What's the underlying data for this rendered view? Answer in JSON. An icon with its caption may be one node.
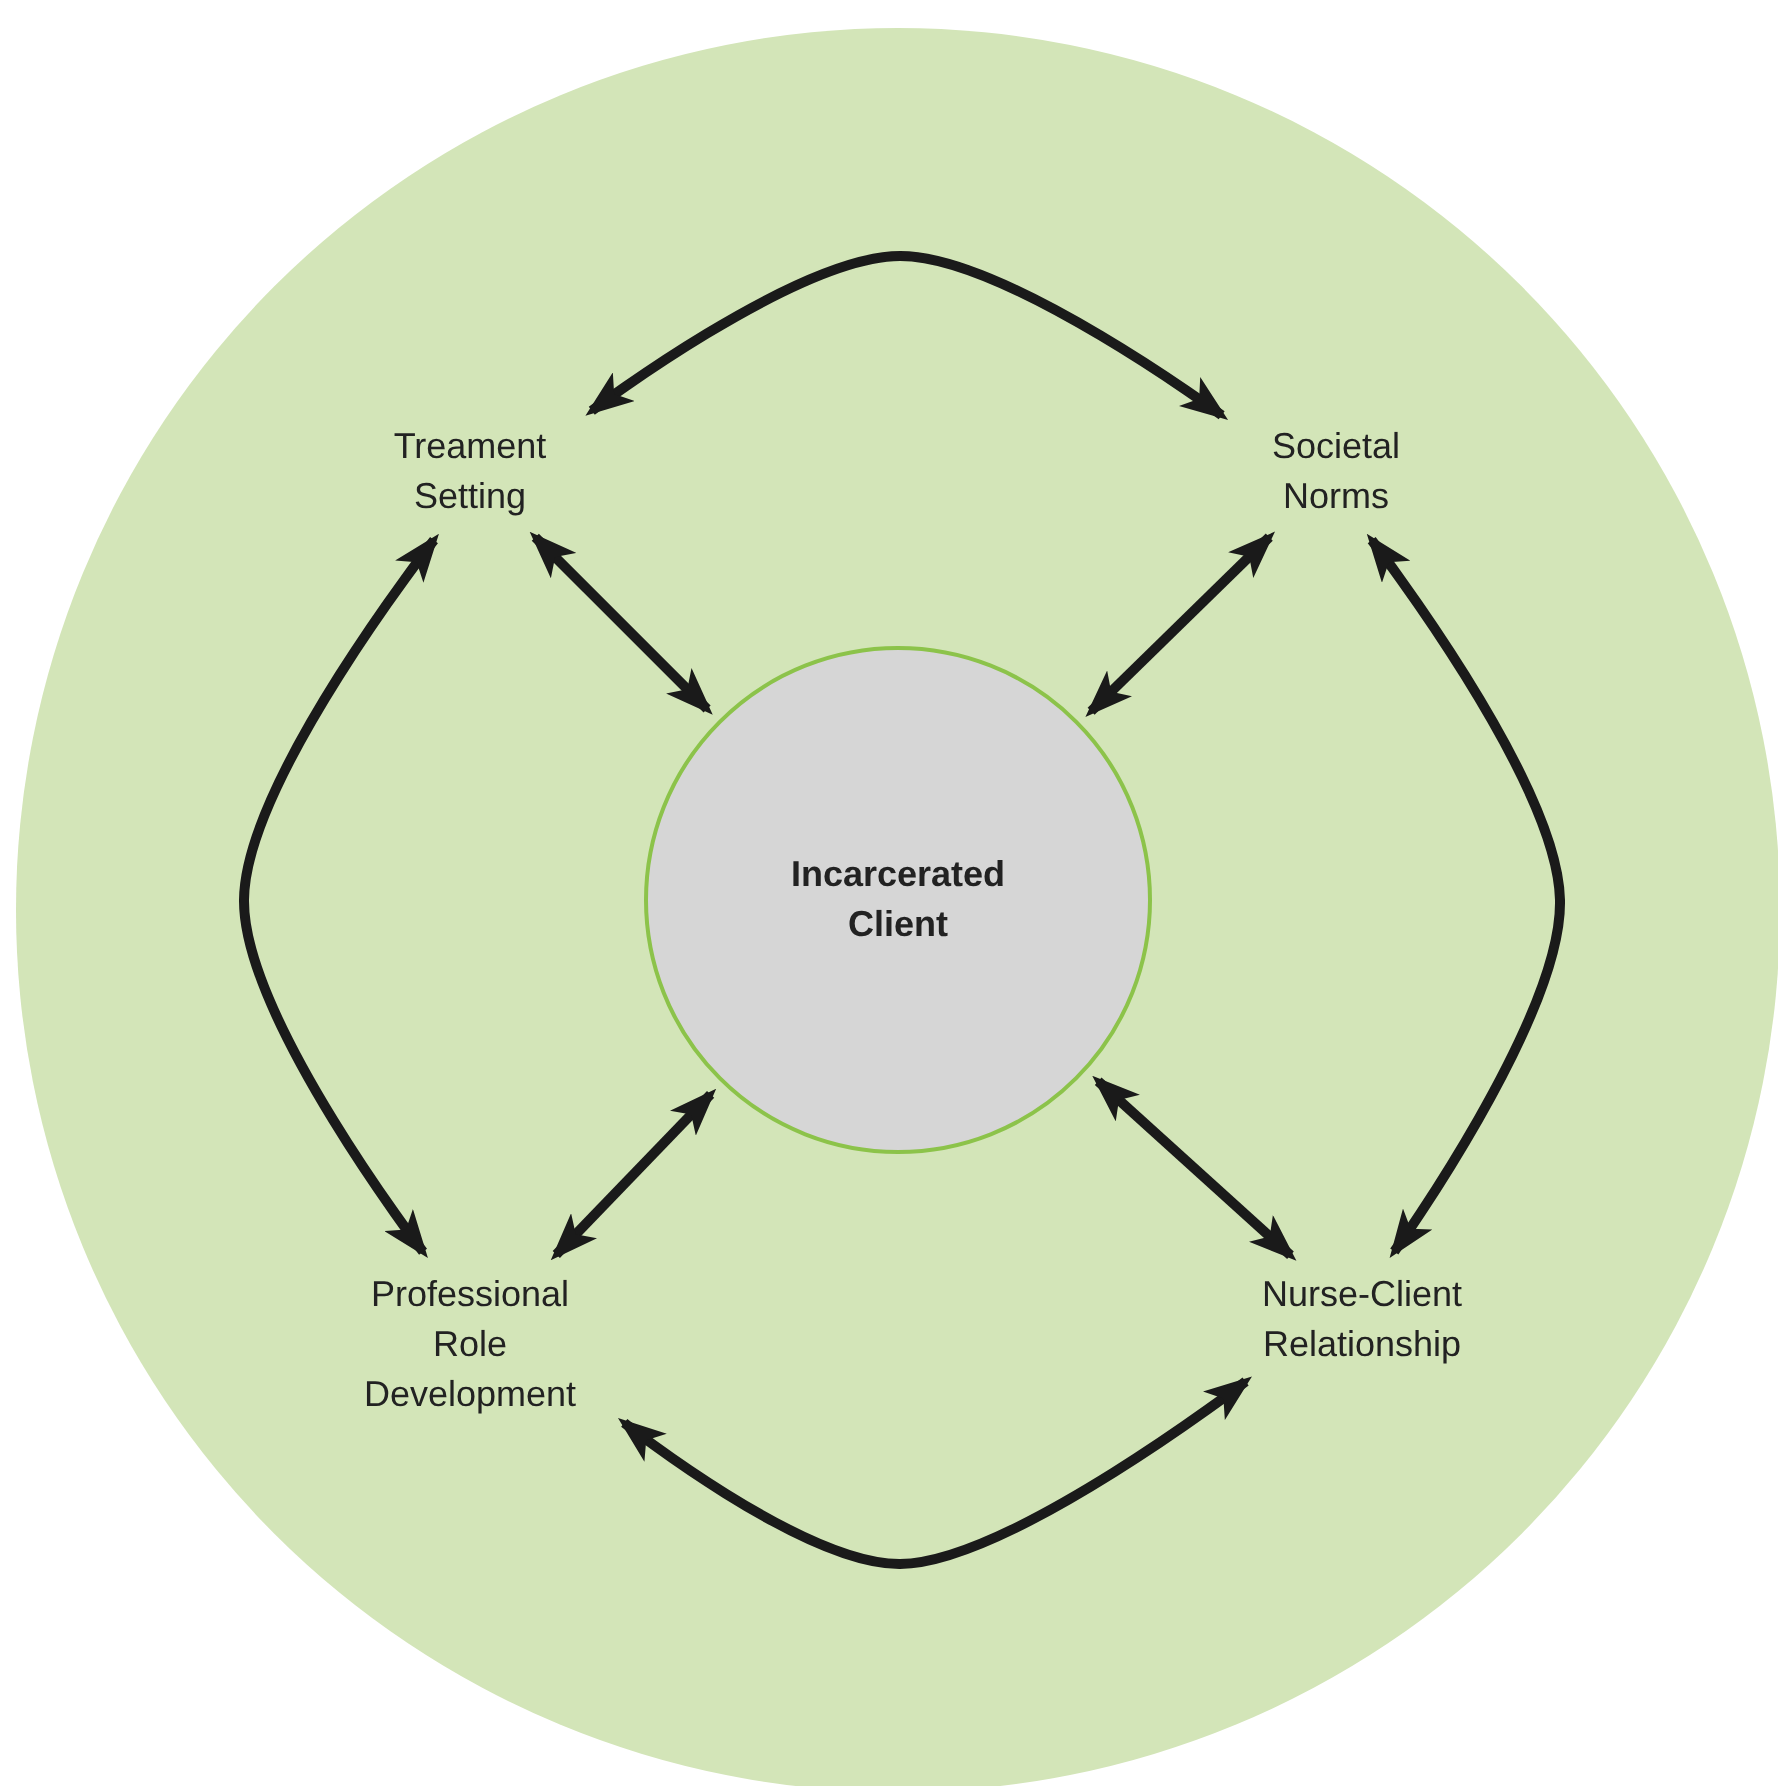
{
  "diagram": {
    "nodes": [
      {
        "text": [],
        "shape": "circle"
      },
      {
        "text": [
          "Treament Setting"
        ],
        "in": 0
      },
      {
        "text": [
          "Societal Norms"
        ],
        "in": 0
      },
      {
        "text": [
          "Incarcerated Client"
        ],
        "in": 0
      },
      {
        "text": [
          "Professional Role Development"
        ],
        "in": 0
      },
      {
        "text": [
          "Nurse-Client Relationship"
        ],
        "in": 0
      }
    ],
    "edges": [
      {
        "from": 1,
        "to": 2,
        "arrow": "both"
      },
      {
        "from": 1,
        "to": 4,
        "arrow": "both"
      },
      {
        "from": 2,
        "to": 5,
        "arrow": "both"
      },
      {
        "from": 4,
        "to": 5,
        "arrow": "both"
      },
      {
        "from": 1,
        "to": 3,
        "arrow": "both"
      },
      {
        "from": 2,
        "to": 3,
        "arrow": "both"
      },
      {
        "from": 4,
        "to": 3,
        "arrow": "both"
      },
      {
        "from": 5,
        "to": 3,
        "arrow": "both"
      }
    ]
  }
}
